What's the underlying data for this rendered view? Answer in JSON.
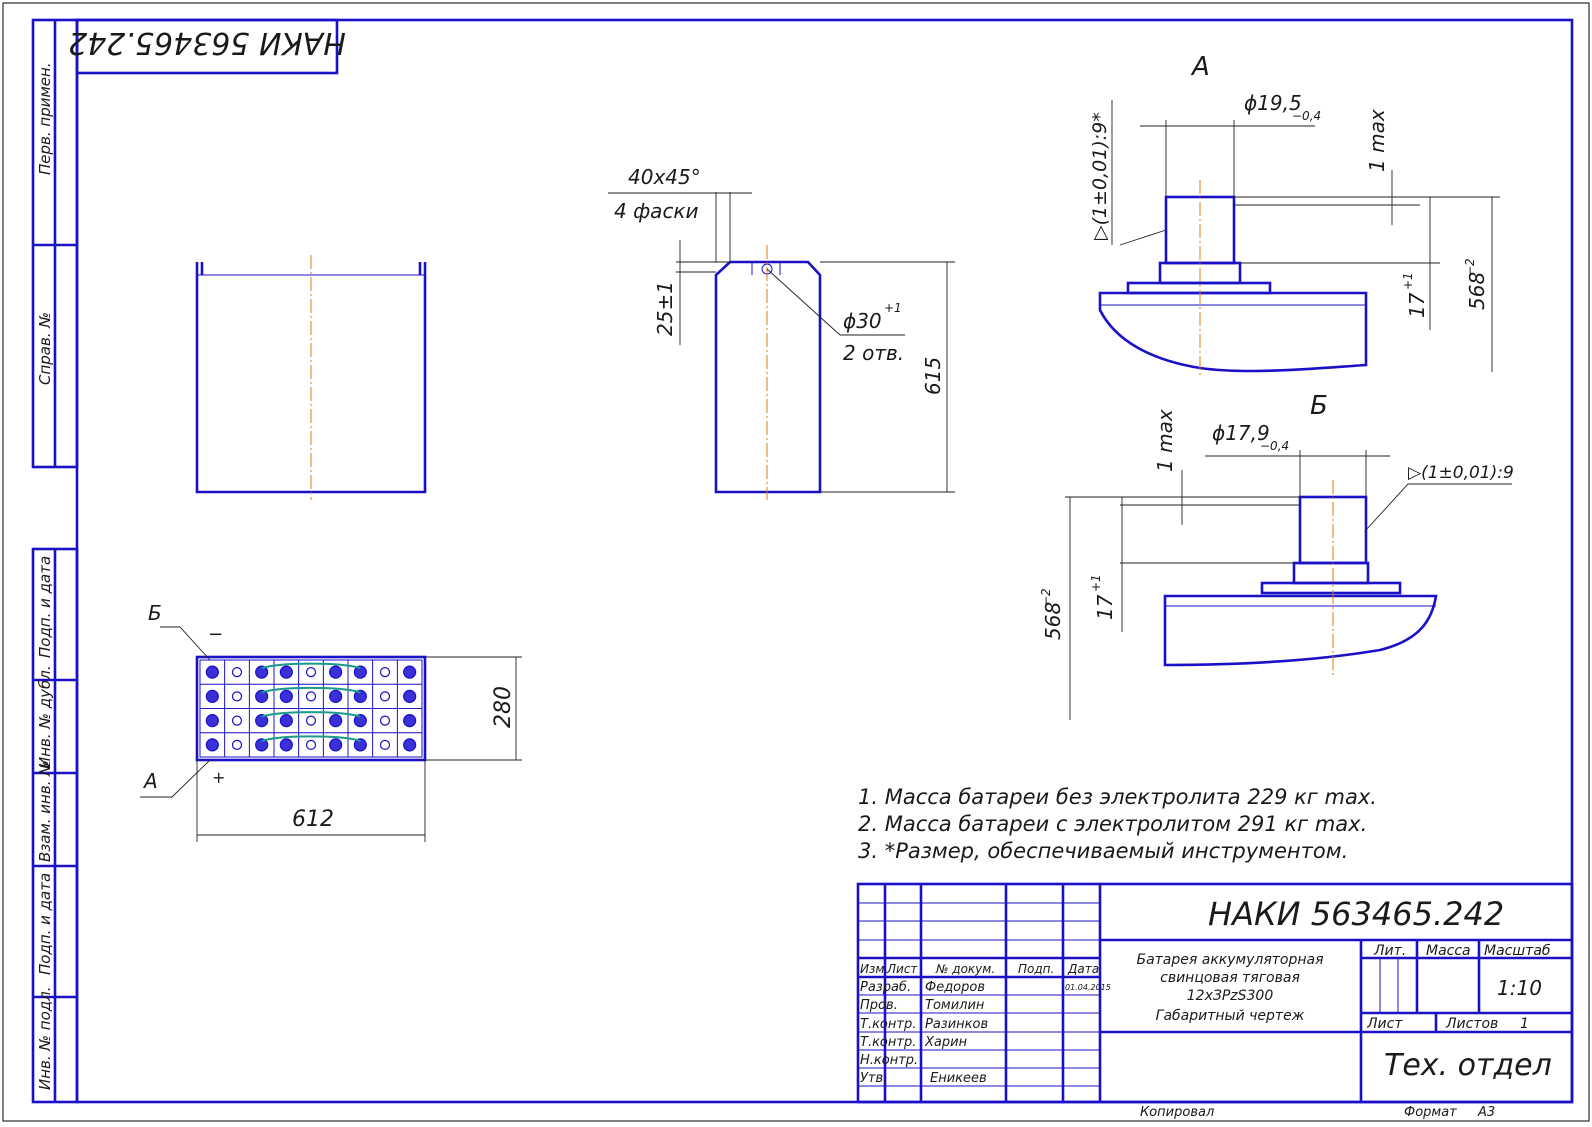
{
  "stamp": {
    "doc_number": "НАКИ 563465.242",
    "doc_number_rotated": "НАКИ 563465.242",
    "title_lines": [
      "Батарея аккумуляторная",
      "свинцовая тяговая",
      "12хЗPzS300",
      "Габаритный чертеж"
    ],
    "lit_label": "Лит.",
    "mass_label": "Масса",
    "scale_label": "Масштаб",
    "scale_value": "1:10",
    "sheet_label": "Лист",
    "sheets_label": "Листов",
    "sheets_value": "1",
    "dept": "Тех. отдел",
    "copied": "Копировал",
    "format_label": "Формат",
    "format_value": "А3",
    "header": {
      "izm": "Изм.",
      "list": "Лист",
      "docum": "№ докум.",
      "podp": "Подп.",
      "data": "Дата"
    },
    "rows": [
      {
        "role": "Разраб.",
        "name": "Федоров",
        "date": "01.04.2015"
      },
      {
        "role": "Пров.",
        "name": "Томилин",
        "date": ""
      },
      {
        "role": "Т.контр.",
        "name": "Разинков",
        "date": ""
      },
      {
        "role": "Т.контр.",
        "name": "Харин",
        "date": ""
      },
      {
        "role": "Н.контр.",
        "name": "",
        "date": ""
      },
      {
        "role": "Утв.",
        "name": "Еникеев",
        "date": ""
      }
    ]
  },
  "side_labels": [
    "Перв. примен.",
    "Справ. №",
    "Подп. и дата",
    "Инв. № дубл.",
    "Взам. инв. №",
    "Подп. и дата",
    "Инв. № подл."
  ],
  "notes": [
    "1. Масса батареи без электролита 229 кг max.",
    "2. Масса батареи с электролитом 291 кг max.",
    "3.  *Размер, обеспечиваемый инструментом."
  ],
  "dims": {
    "width_612": "612",
    "height_280": "280",
    "height_615": "615",
    "chamfer": "40х45°",
    "chamfer_note": "4 фаски",
    "d25": "25±1",
    "hole": "ϕ30",
    "hole_tol": "+1",
    "hole_note": "2 отв.",
    "viewA": "А",
    "viewB": "Б",
    "d195": "ϕ19,5",
    "d195_tol": "−0,4",
    "d179": "ϕ17,9",
    "d179_tol": "−0,4",
    "max1": "1 max",
    "h17": "17",
    "h17_tol": "+1",
    "h568": "568",
    "h568_tol": "−2",
    "taperA": "▷(1±0,01):9*",
    "taperB": "▷(1±0,01):9",
    "minus": "−",
    "plus": "+"
  }
}
